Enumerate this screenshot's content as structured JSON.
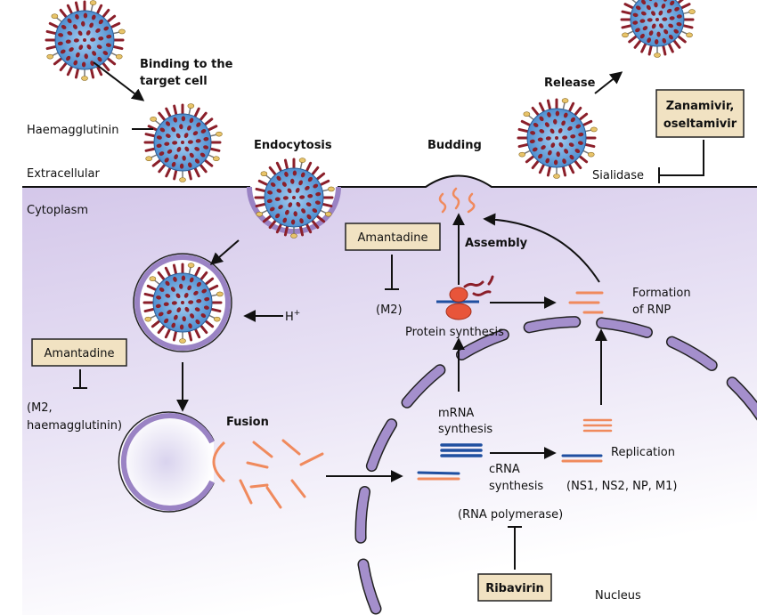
{
  "labels": {
    "binding_1": "Binding to the",
    "binding_2": "target cell",
    "haemagglutinin": "Haemagglutinin",
    "extracellular": "Extracellular",
    "cytoplasm": "Cytoplasm",
    "endocytosis": "Endocytosis",
    "budding": "Budding",
    "release": "Release",
    "sialidase": "Sialidase",
    "h_plus": "H",
    "h_plus_sup": "+",
    "m2_haem_1": "(M2,",
    "m2_haem_2": "haemagglutinin)",
    "fusion": "Fusion",
    "m2": "(M2)",
    "assembly": "Assembly",
    "protein_synthesis": "Protein synthesis",
    "formation_1": "Formation",
    "formation_2": "of RNP",
    "mrna_1": "mRNA",
    "mrna_2": "synthesis",
    "crna_1": "cRNA",
    "crna_2": "synthesis",
    "replication": "Replication",
    "proteins": "(NS1, NS2, NP, M1)",
    "rna_polymerase": "(RNA polymerase)",
    "nucleus": "Nucleus"
  },
  "drugs": {
    "zanamivir_1": "Zanamivir,",
    "zanamivir_2": "oseltamivir",
    "amantadine_top": "Amantadine",
    "amantadine_left": "Amantadine",
    "ribavirin": "Ribavirin"
  },
  "colors": {
    "cytoplasm": "#d6cbea",
    "virus_body": "#5b9bd5",
    "spike": "#8b1f2a",
    "haemagglutinin": "#e8c46a",
    "nucleus_membrane": "#9a83c4",
    "rna_orange": "#f08a5d",
    "rna_blue": "#1f4fa0",
    "drug_box": "#f1e2c2"
  }
}
